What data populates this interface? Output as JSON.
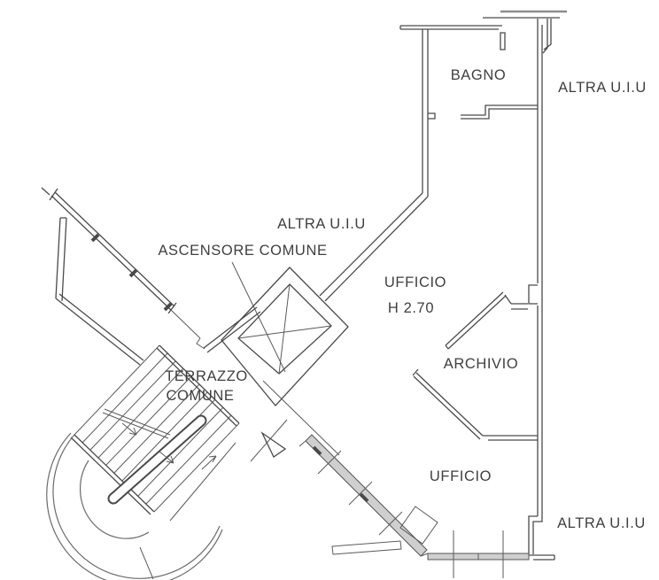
{
  "drawing": {
    "type": "floor-plan",
    "style": "CAD line drawing, black lines on white",
    "ceiling_height_note": "H 2.70"
  },
  "labels": {
    "bagno": "BAGNO",
    "altra_uiu_top_right": "ALTRA U.I.U",
    "altra_uiu_center": "ALTRA U.I.U",
    "altra_uiu_bottom_right": "ALTRA U.I.U",
    "ascensore": "ASCENSORE COMUNE",
    "ufficio_top": "UFFICIO",
    "ufficio_height": "H 2.70",
    "archivio": "ARCHIVIO",
    "terrazzo_line1": "TERRAZZO",
    "terrazzo_line2": "COMUNE",
    "ufficio_bottom": "UFFICIO"
  },
  "rooms": [
    {
      "name": "BAGNO"
    },
    {
      "name": "UFFICIO",
      "height": "H 2.70"
    },
    {
      "name": "ARCHIVIO"
    },
    {
      "name": "UFFICIO"
    },
    {
      "name": "TERRAZZO COMUNE"
    },
    {
      "name": "ASCENSORE COMUNE"
    }
  ],
  "adjacent_units": [
    "ALTRA U.I.U",
    "ALTRA U.I.U",
    "ALTRA U.I.U"
  ],
  "colors": {
    "background": "#ffffff",
    "wall": "#4a4a4a",
    "light_wall": "#8c8c8c",
    "glazing_fill": "#cfcfcf",
    "text": "#3f3f3f"
  }
}
